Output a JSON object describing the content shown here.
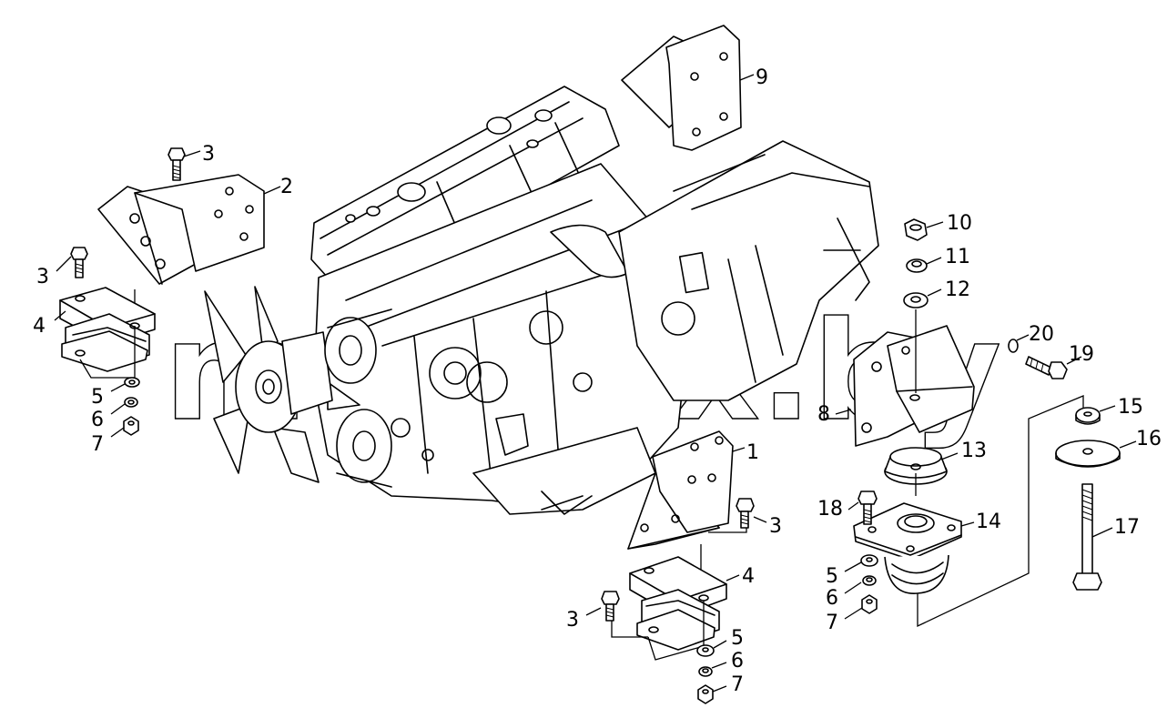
{
  "watermark": "mtz-tex.by",
  "callouts": [
    {
      "id": "c9",
      "label": "9"
    },
    {
      "id": "c3a",
      "label": "3"
    },
    {
      "id": "c2",
      "label": "2"
    },
    {
      "id": "c3b",
      "label": "3"
    },
    {
      "id": "c4a",
      "label": "4"
    },
    {
      "id": "c5a",
      "label": "5"
    },
    {
      "id": "c6a",
      "label": "6"
    },
    {
      "id": "c7a",
      "label": "7"
    },
    {
      "id": "c10",
      "label": "10"
    },
    {
      "id": "c11",
      "label": "11"
    },
    {
      "id": "c12",
      "label": "12"
    },
    {
      "id": "c20",
      "label": "20"
    },
    {
      "id": "c19",
      "label": "19"
    },
    {
      "id": "c8",
      "label": "8"
    },
    {
      "id": "c15",
      "label": "15"
    },
    {
      "id": "c16",
      "label": "16"
    },
    {
      "id": "c13",
      "label": "13"
    },
    {
      "id": "c1",
      "label": "1"
    },
    {
      "id": "c18",
      "label": "18"
    },
    {
      "id": "c3c",
      "label": "3"
    },
    {
      "id": "c14",
      "label": "14"
    },
    {
      "id": "c4b",
      "label": "4"
    },
    {
      "id": "c17",
      "label": "17"
    },
    {
      "id": "c5b",
      "label": "5"
    },
    {
      "id": "c6b",
      "label": "6"
    },
    {
      "id": "c7b",
      "label": "7"
    },
    {
      "id": "c3d",
      "label": "3"
    },
    {
      "id": "c5c",
      "label": "5"
    },
    {
      "id": "c6c",
      "label": "6"
    },
    {
      "id": "c7c",
      "label": "7"
    }
  ]
}
